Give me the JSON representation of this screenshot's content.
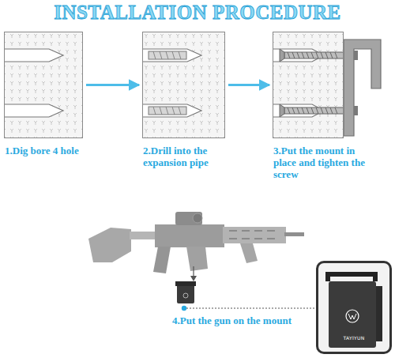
{
  "diagram": {
    "title": "INSTALLATION PROCEDURE",
    "nodes": [
      {
        "text": [
          "1.Dig bore 4 hole"
        ]
      },
      {
        "text": [
          "2.Drill into the expansion pipe"
        ]
      },
      {
        "text": [
          "3.Put the mount in place and tighten the screw"
        ]
      },
      {
        "text": [
          "TAYIYUN"
        ]
      }
    ],
    "edges": [
      {
        "from": 0,
        "to": 1,
        "arrow": "to"
      },
      {
        "from": 1,
        "to": 2,
        "arrow": "to"
      }
    ],
    "labels": [
      "4.Put the gun on the mount"
    ]
  }
}
